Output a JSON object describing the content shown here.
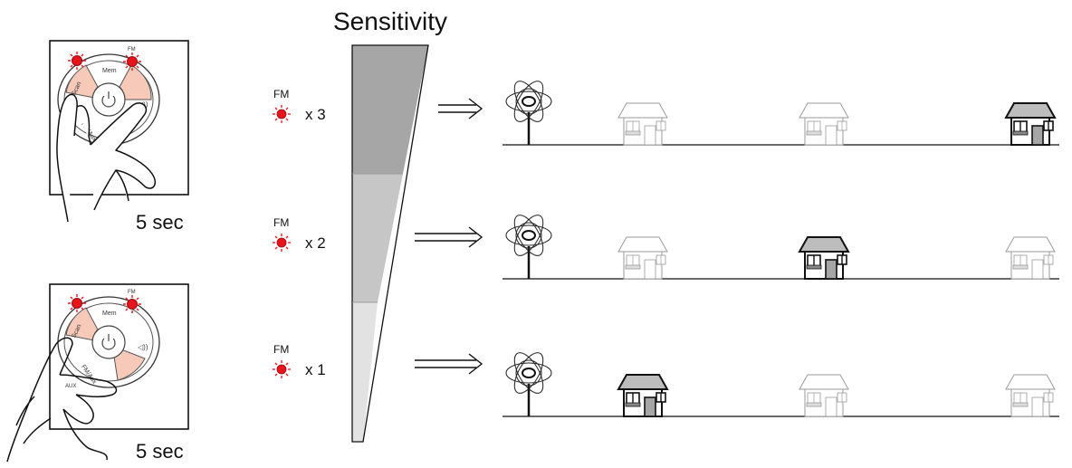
{
  "title": "Sensitivity",
  "hold_time_top": "5 sec",
  "hold_time_bottom": "5 sec",
  "colors": {
    "led_red": "#e8141c",
    "button_highlight": "#f6c9b8",
    "wedge_dark": "#a6a6a6",
    "wedge_mid": "#c6c6c6",
    "wedge_light": "#e2e2e2",
    "house_active_roof": "#bdbdbd",
    "house_active_door": "#a6a6a6"
  },
  "remote_top": {
    "buttons": {
      "scan": "Scan",
      "mem": "Mem",
      "fm_aux": "FM/Aux",
      "fm_led": "FM"
    },
    "highlighted": [
      "scan",
      "volume"
    ]
  },
  "remote_bottom": {
    "buttons": {
      "scan": "Scan",
      "mem": "Mem",
      "fm_aux": "FM/Aux",
      "fm_led": "FM",
      "aux": "AUX"
    },
    "highlighted": [
      "scan",
      "volume-down"
    ]
  },
  "levels": [
    {
      "led_label": "FM",
      "count": "x 3",
      "active_house": 3
    },
    {
      "led_label": "FM",
      "count": "x 2",
      "active_house": 2
    },
    {
      "led_label": "FM",
      "count": "x 1",
      "active_house": 1
    }
  ]
}
